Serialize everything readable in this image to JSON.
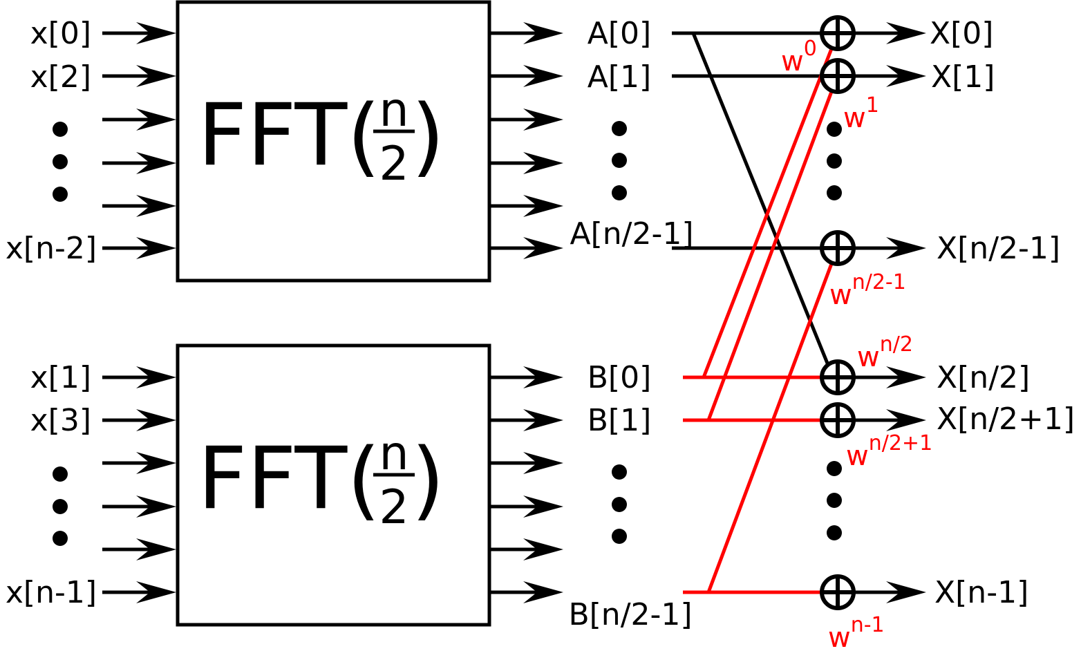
{
  "colors": {
    "line": "#000000",
    "twiddle": "#ff0000"
  },
  "top_block": {
    "func": "FFT",
    "numerator": "n",
    "denominator": "2",
    "open": "(",
    "close": ")"
  },
  "bottom_block": {
    "func": "FFT",
    "numerator": "n",
    "denominator": "2",
    "open": "(",
    "close": ")"
  },
  "inputs_top": [
    "x[0]",
    "x[2]",
    "x[n-2]"
  ],
  "inputs_bottom": [
    "x[1]",
    "x[3]",
    "x[n-1]"
  ],
  "mid_top": [
    "A[0]",
    "A[1]",
    "A[n/2-1]"
  ],
  "mid_bottom": [
    "B[0]",
    "B[1]",
    "B[n/2-1]"
  ],
  "outputs": [
    "X[0]",
    "X[1]",
    "X[n/2-1]",
    "X[n/2]",
    "X[n/2+1]",
    "X[n-1]"
  ],
  "twiddles": [
    {
      "base": "w",
      "exp": "0"
    },
    {
      "base": "w",
      "exp": "1"
    },
    {
      "base": "w",
      "exp": "n/2-1"
    },
    {
      "base": "w",
      "exp": "n/2"
    },
    {
      "base": "w",
      "exp": "n/2+1"
    },
    {
      "base": "w",
      "exp": "n-1"
    }
  ]
}
